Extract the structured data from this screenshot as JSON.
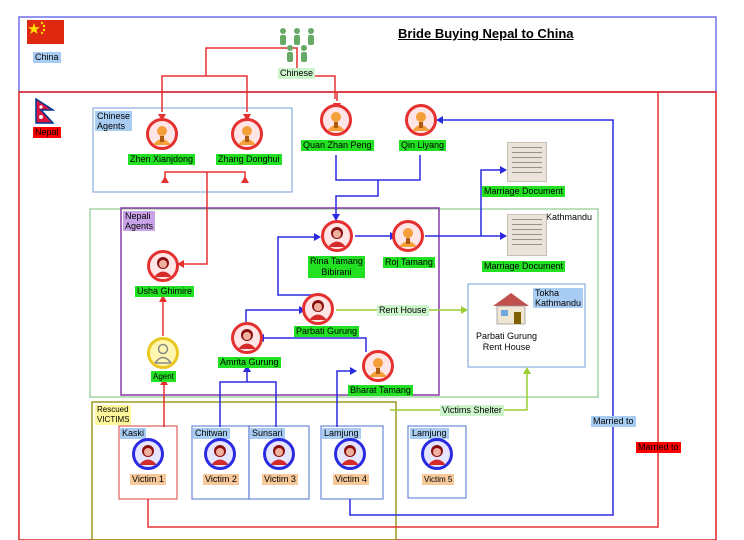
{
  "title": "Bride Buying Nepal to China",
  "regions": {
    "china": "China",
    "nepal": "Nepal",
    "chinese_agents": "Chinese\nAgents",
    "nepali_agents": "Nepali\nAgents",
    "rescued_victims": "Rescued\nVICTIMS",
    "kathmandu": "Kathmandu",
    "tokha": "Tokha\nKathmandu"
  },
  "people": {
    "chinese_group": "Chinese",
    "zhen_xianjdong": "Zhen Xianjdong",
    "zhang_donghui": "Zhang Donghui",
    "quan_zhan_peng": "Quan Zhan Peng",
    "qin_liyang": "Qin Liyang",
    "rina_tamang": "Rina Tamang\nBibirani",
    "roj_tamang": "Roj Tamang",
    "usha_ghimire": "Usha Ghimire",
    "parbati_gurung": "Parbati Gurung",
    "amrita_gurung": "Amrita Gurung",
    "bharat_tamang": "Bharat Tamang",
    "agent": "Agent"
  },
  "documents": {
    "doc1": "Marriage Document",
    "doc2": "Marriage Document"
  },
  "places": {
    "rent_house": "Parbati Gurung\nRent House"
  },
  "edge_labels": {
    "rent_house": "Rent House",
    "victims_shelter": "Victims Shelter",
    "married_to_1": "Married to",
    "married_to_2": "Married to"
  },
  "victims": [
    {
      "district": "Kaski",
      "label": "Victim 1"
    },
    {
      "district": "Chitwan",
      "label": "Victim 2"
    },
    {
      "district": "Sunsari",
      "label": "Victim 3"
    },
    {
      "district": "Lamjung",
      "label": "Victim 4"
    },
    {
      "district": "Lamjung",
      "label": "Victim 5"
    }
  ],
  "colors": {
    "china_frame": "#6c6ce8",
    "nepal_frame": "#ee2222",
    "red_link": "#e53030",
    "blue_link": "#2a2ae0",
    "green_link": "#9acd32",
    "label_green": "#22e022",
    "label_blue": "#a9cdf2"
  }
}
